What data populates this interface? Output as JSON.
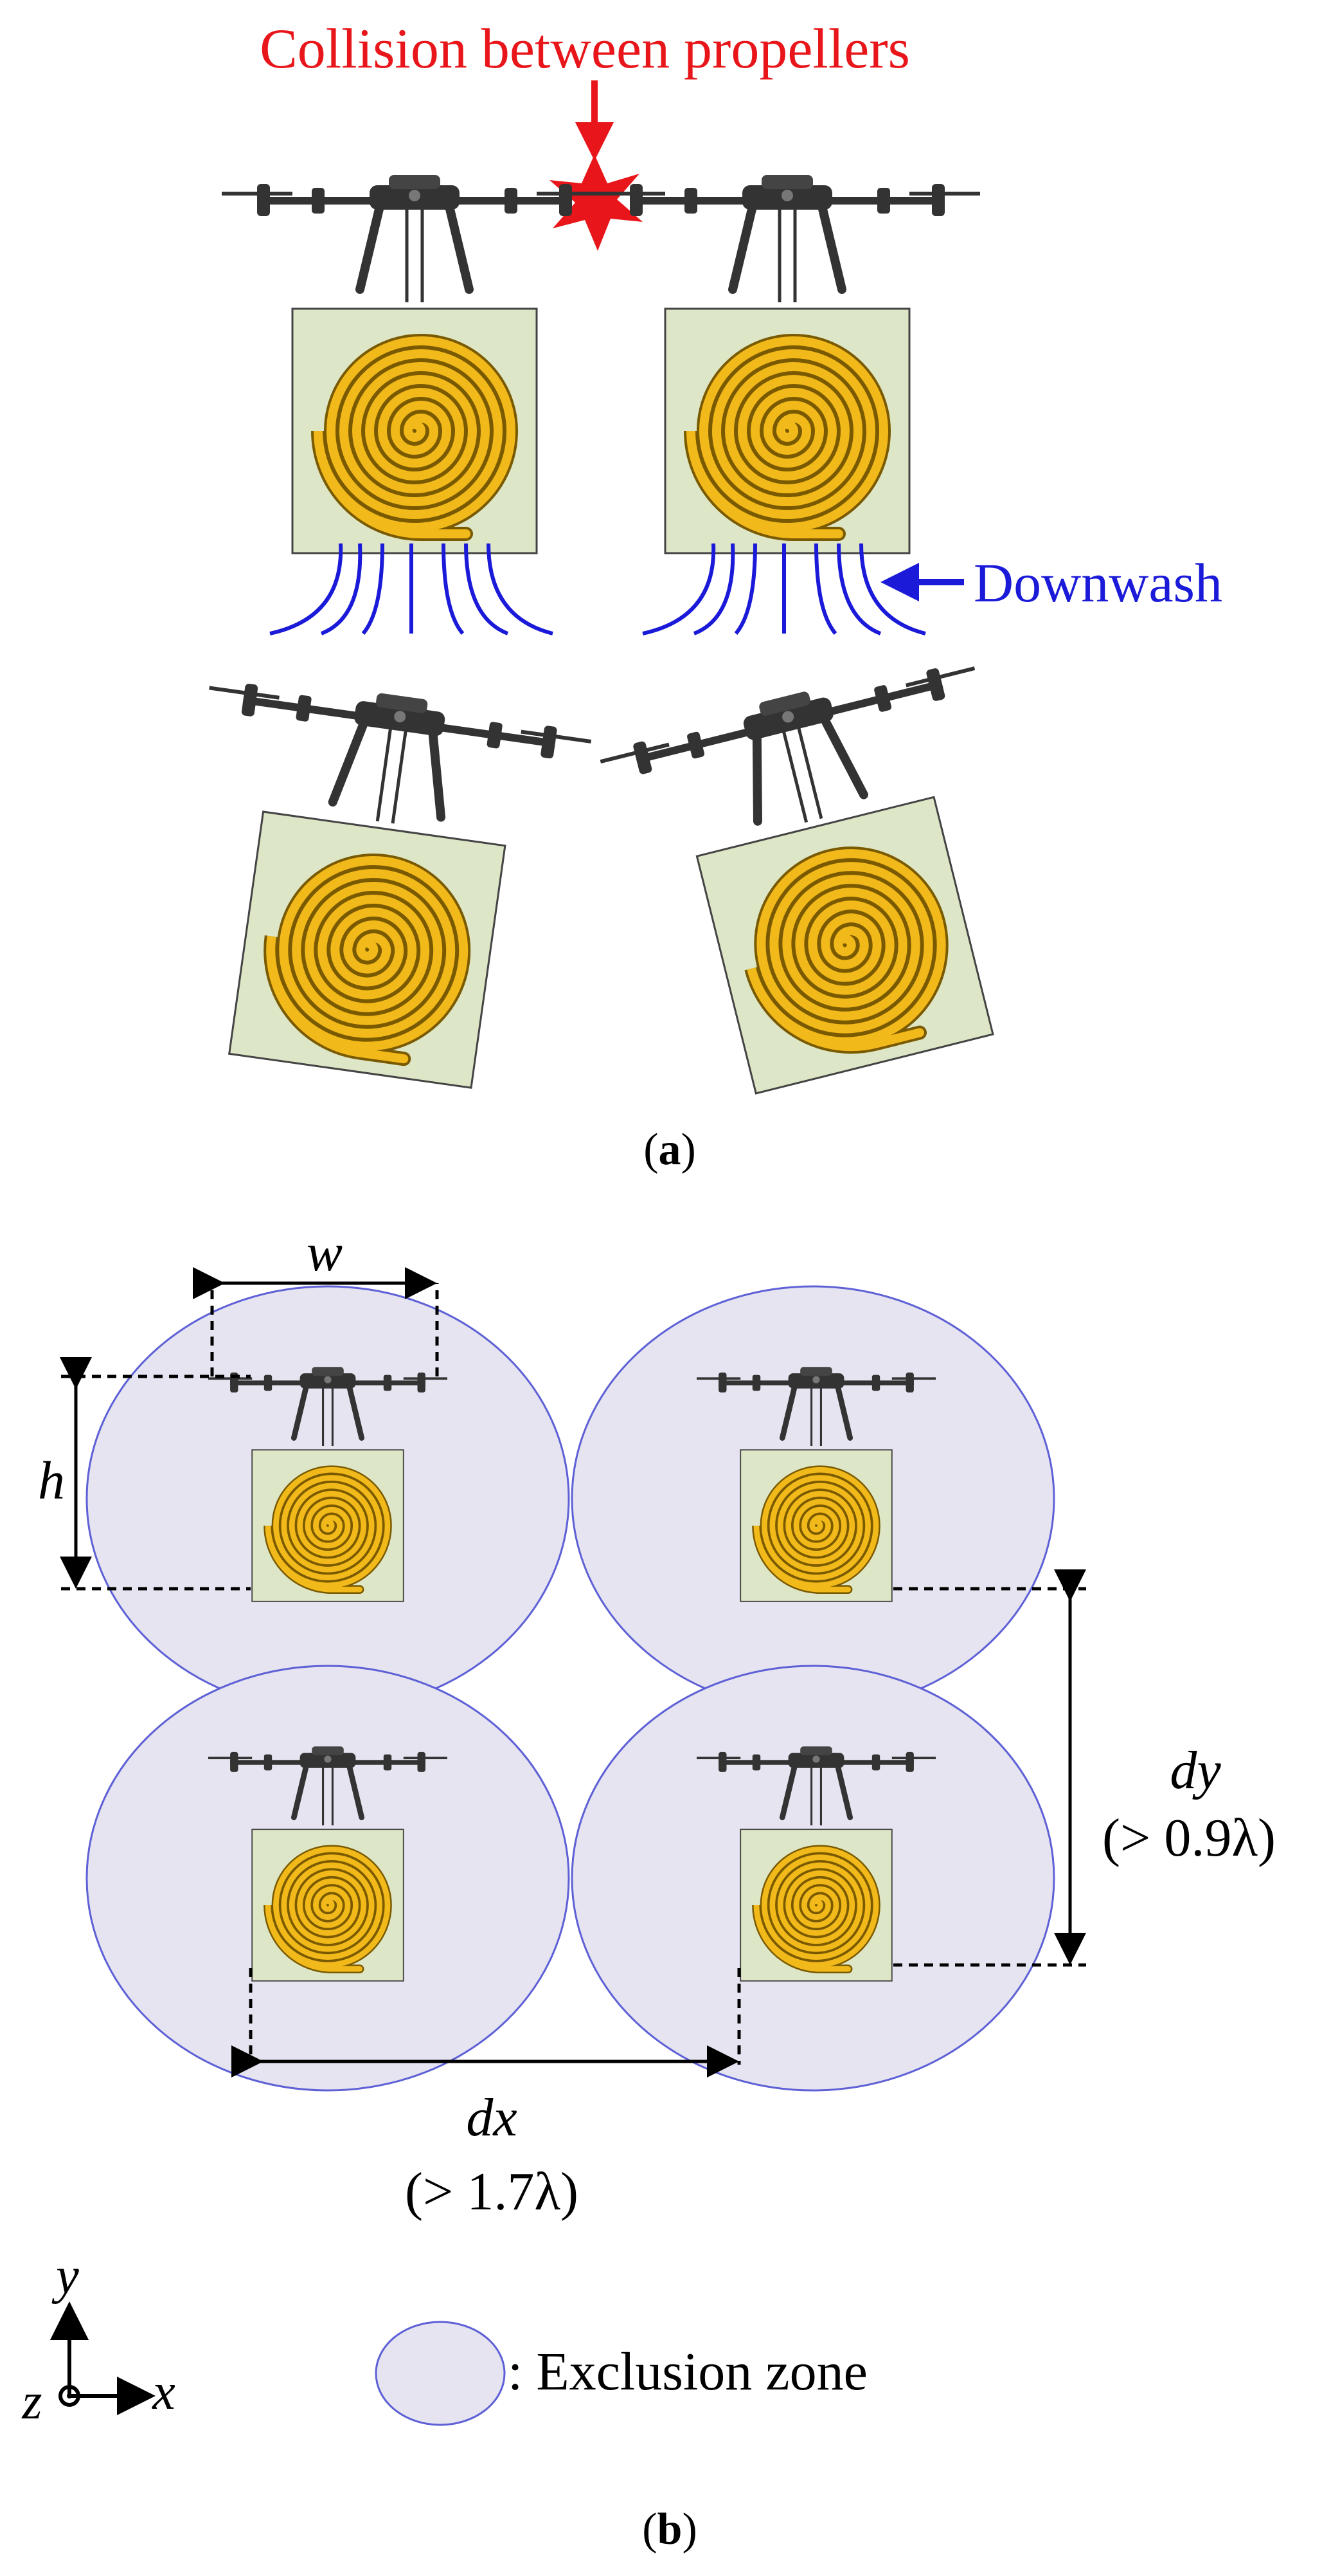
{
  "panel_a": {
    "collision_label": "Collision between propellers",
    "downwash_label": "Downwash",
    "caption": "(a)",
    "caption_letter": "a",
    "colors": {
      "collision": "#e8161a",
      "downwash": "#1a1ad8"
    }
  },
  "panel_b": {
    "w_label": "w",
    "h_label": "h",
    "dy_label": "dy",
    "dy_constraint": "(> 0.9λ)",
    "dx_label": "dx",
    "dx_constraint": "(> 1.7λ)",
    "axis_y": "y",
    "axis_x": "x",
    "axis_z": "z",
    "legend_label": ": Exclusion zone",
    "caption": "(b)",
    "caption_letter": "b",
    "colors": {
      "zone_fill": "#e6e4f0",
      "zone_stroke": "#5e61d6"
    }
  },
  "common_colors": {
    "drone_body": "#333333",
    "panel_fill": "#dde6c6",
    "antenna_outline": "#7a5a00",
    "antenna_gold": "#f2b91a"
  }
}
